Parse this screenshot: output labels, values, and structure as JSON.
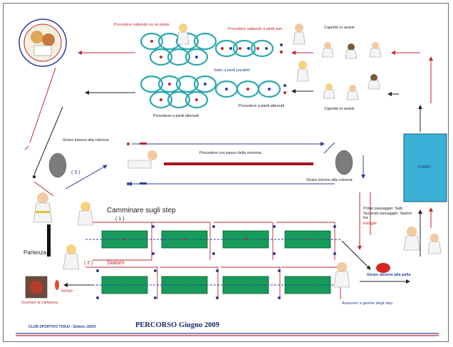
{
  "labels": {
    "hop_single_foot": "Procedere saltando su un piede",
    "hop_both_feet": "Procedere saltando a piedi pari",
    "jump_parallel": "Salto a piedi paralleli",
    "alternate_left": "Procedere a piedi alternati",
    "alternate_right": "Procedere a piedi alternati",
    "forward_roll": "Capriole in avanti",
    "back_roll": "Capriole in avanti",
    "turn_left": "Girare intorno alla colonna",
    "turn_right": "Girare intorno alla colonna",
    "column_walk": "Procedere con passo della scimmia",
    "step_one": "( 1 )",
    "step_two": "( 2 )",
    "step_three": "( 3 )",
    "walk_step": "Camminare sugli step",
    "slalom": "Slalom",
    "departure": "Partenza",
    "arrival": "Arrivo",
    "bell": "Suonare la campana",
    "stairs_note": "Primo passaggio: Salti. Secondo passaggio: Slalom tra",
    "stairs_red": "bottiglie",
    "jump_ball": "Girare attorno alla palla",
    "final_note": "Avanzare a gambe degli step",
    "tatami": "TURBO",
    "footer_club": "CLUB SPORTIVO TOKAI - Settore JUDO",
    "footer_title": "PERCORSO Giugno 2009"
  },
  "colors": {
    "accent_red": "#c0272d",
    "accent_blue": "#2a3f9b",
    "ring": "#2aa8b0",
    "step_green": "#179b5a",
    "tatami": "#3bb0d6",
    "frame": "#6d6d6d"
  },
  "icons": {
    "logo": "club-logo-icon",
    "figure": "judoka-figure-icon",
    "cone": "cone-icon",
    "ball": "ball-icon",
    "bell": "bell-icon"
  }
}
